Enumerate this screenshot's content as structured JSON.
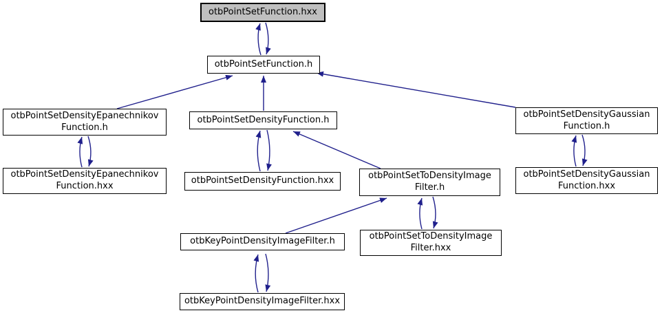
{
  "diagram": {
    "type": "include-dependency-graph",
    "colors": {
      "edge": "#20208c",
      "node_fill": "#ffffff",
      "highlight_fill": "#bfbfbf",
      "border": "#000000",
      "background": "#ffffff"
    },
    "nodes": {
      "fn_hxx": {
        "lines": [
          "otbPointSetFunction.hxx"
        ],
        "highlighted": true
      },
      "fn_h": {
        "lines": [
          "otbPointSetFunction.h"
        ],
        "highlighted": false
      },
      "epan_h": {
        "lines": [
          "otbPointSetDensityEpanechnikov",
          "Function.h"
        ],
        "highlighted": false
      },
      "dens_h": {
        "lines": [
          "otbPointSetDensityFunction.h"
        ],
        "highlighted": false
      },
      "gauss_h": {
        "lines": [
          "otbPointSetDensityGaussian",
          "Function.h"
        ],
        "highlighted": false
      },
      "epan_hxx": {
        "lines": [
          "otbPointSetDensityEpanechnikov",
          "Function.hxx"
        ],
        "highlighted": false
      },
      "dens_hxx": {
        "lines": [
          "otbPointSetDensityFunction.hxx"
        ],
        "highlighted": false
      },
      "filter_h": {
        "lines": [
          "otbPointSetToDensityImage",
          "Filter.h"
        ],
        "highlighted": false
      },
      "gauss_hxx": {
        "lines": [
          "otbPointSetDensityGaussian",
          "Function.hxx"
        ],
        "highlighted": false
      },
      "key_h": {
        "lines": [
          "otbKeyPointDensityImageFilter.h"
        ],
        "highlighted": false
      },
      "filter_hxx": {
        "lines": [
          "otbPointSetToDensityImage",
          "Filter.hxx"
        ],
        "highlighted": false
      },
      "key_hxx": {
        "lines": [
          "otbKeyPointDensityImageFilter.hxx"
        ],
        "highlighted": false
      }
    },
    "edges": [
      {
        "from": "fn_h",
        "to": "fn_hxx"
      },
      {
        "from": "fn_hxx",
        "to": "fn_h"
      },
      {
        "from": "epan_h",
        "to": "fn_h"
      },
      {
        "from": "dens_h",
        "to": "fn_h"
      },
      {
        "from": "gauss_h",
        "to": "fn_h"
      },
      {
        "from": "epan_hxx",
        "to": "epan_h"
      },
      {
        "from": "epan_h",
        "to": "epan_hxx"
      },
      {
        "from": "dens_hxx",
        "to": "dens_h"
      },
      {
        "from": "dens_h",
        "to": "dens_hxx"
      },
      {
        "from": "filter_h",
        "to": "dens_h"
      },
      {
        "from": "gauss_hxx",
        "to": "gauss_h"
      },
      {
        "from": "gauss_h",
        "to": "gauss_hxx"
      },
      {
        "from": "filter_hxx",
        "to": "filter_h"
      },
      {
        "from": "filter_h",
        "to": "filter_hxx"
      },
      {
        "from": "key_h",
        "to": "filter_h"
      },
      {
        "from": "key_hxx",
        "to": "key_h"
      },
      {
        "from": "key_h",
        "to": "key_hxx"
      }
    ]
  }
}
